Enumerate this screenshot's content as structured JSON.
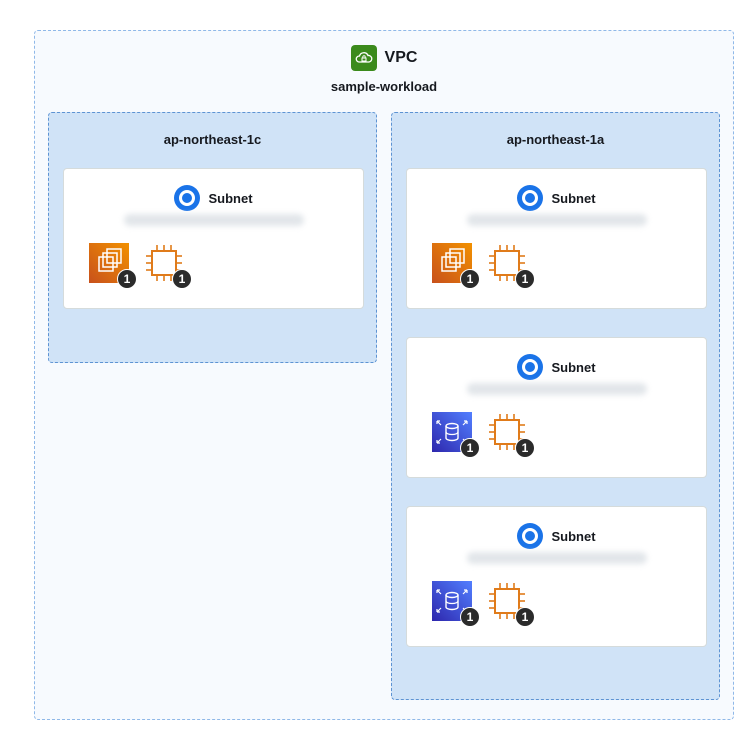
{
  "vpc": {
    "title": "VPC",
    "name": "sample-workload",
    "icon": "vpc-cloud-lock-icon",
    "icon_color": "#3b8a1c"
  },
  "azs": [
    {
      "name": "ap-northeast-1c",
      "subnets": [
        {
          "label": "Subnet",
          "id": "subnet-0a1b2c3d4e5f6a7b8",
          "resources": [
            {
              "type": "ec2-autoscaling-icon",
              "count": "1"
            },
            {
              "type": "ec2-instance-chip-icon",
              "count": "1"
            }
          ]
        }
      ]
    },
    {
      "name": "ap-northeast-1a",
      "subnets": [
        {
          "label": "Subnet",
          "id": "subnet-0f9e8d7c6b5a4f3e2",
          "resources": [
            {
              "type": "ec2-autoscaling-icon",
              "count": "1"
            },
            {
              "type": "ec2-instance-chip-icon",
              "count": "1"
            }
          ]
        },
        {
          "label": "Subnet",
          "id": "subnet-01234abcd5678ef90",
          "resources": [
            {
              "type": "rds-database-icon",
              "count": "1"
            },
            {
              "type": "ec2-instance-chip-icon",
              "count": "1"
            }
          ]
        },
        {
          "label": "Subnet",
          "id": "subnet-0abcdef1234567890",
          "resources": [
            {
              "type": "rds-database-icon",
              "count": "1"
            },
            {
              "type": "ec2-instance-chip-icon",
              "count": "1"
            }
          ]
        }
      ]
    }
  ],
  "colors": {
    "subnet_icon": "#1a73e8",
    "az_fill": "#d0e3f7",
    "ec2_orange": "#e07b1a",
    "rds_blue": "#3b48cc"
  }
}
